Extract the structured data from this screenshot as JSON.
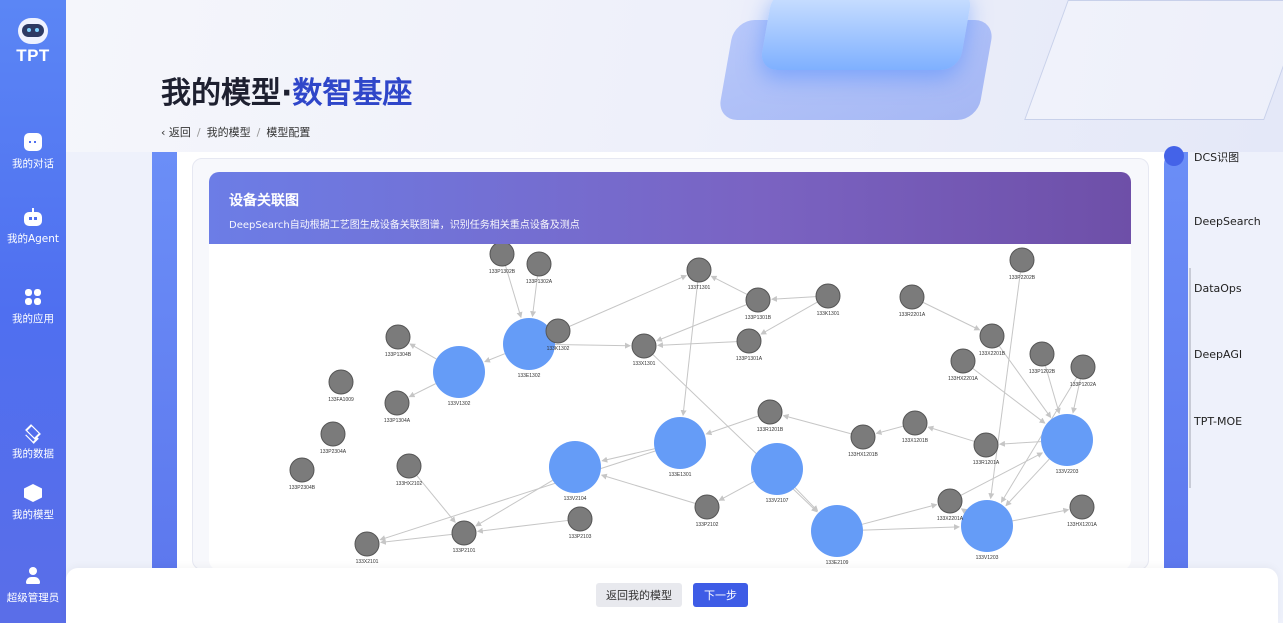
{
  "app": {
    "logo_text": "TPT"
  },
  "sidebar": {
    "items": [
      {
        "label": "我的对话",
        "icon": "chat-icon"
      },
      {
        "label": "我的Agent",
        "icon": "robot-icon"
      },
      {
        "label": "我的应用",
        "icon": "apps-icon"
      },
      {
        "label": "我的数据",
        "icon": "layers-icon"
      },
      {
        "label": "我的模型",
        "icon": "cube-icon"
      },
      {
        "label": "超级管理员",
        "icon": "user-icon"
      }
    ]
  },
  "header": {
    "title_main": "我的模型·",
    "title_accent": "数智基座",
    "breadcrumb": {
      "back": "返回",
      "level1": "我的模型",
      "level2": "模型配置",
      "separator": "/"
    }
  },
  "card": {
    "title": "设备关联图",
    "subtitle": "DeepSearch自动根据工艺图生成设备关联图谱，识别任务相关重点设备及测点"
  },
  "graph": {
    "colors": {
      "major": "#659cf7",
      "minor": "#7b7b7b",
      "edge": "#c6c6c6",
      "label": "#333333"
    },
    "major_nodes": [
      "133E1302",
      "133V1302",
      "133E1301",
      "133V2104",
      "133V2107",
      "133E2109",
      "133V2203",
      "133V1203"
    ],
    "minor_nodes": [
      "133P1302B",
      "133P1302A",
      "133K1302",
      "133P1304B",
      "133P1304A",
      "133FA1009",
      "133P2304A",
      "133P2304B",
      "133HX2102",
      "133P2101",
      "133X2101",
      "133P2103",
      "133T1301",
      "133P1301B",
      "133K1301",
      "133P1301A",
      "133X1301",
      "133R1201B",
      "133HX1201B",
      "133X1201B",
      "133R1201A",
      "133P2102",
      "133R2201A",
      "133X2201B",
      "133HX2201A",
      "133P1202B",
      "133P1202A",
      "133X2201A",
      "133HX1201A",
      "133P2202B"
    ]
  },
  "steps": [
    {
      "label": "DCS识图"
    },
    {
      "label": "DeepSearch"
    },
    {
      "label": "DataOps"
    },
    {
      "label": "DeepAGI"
    },
    {
      "label": "TPT-MOE"
    }
  ],
  "footer": {
    "back_label": "返回我的模型",
    "next_label": "下一步"
  }
}
